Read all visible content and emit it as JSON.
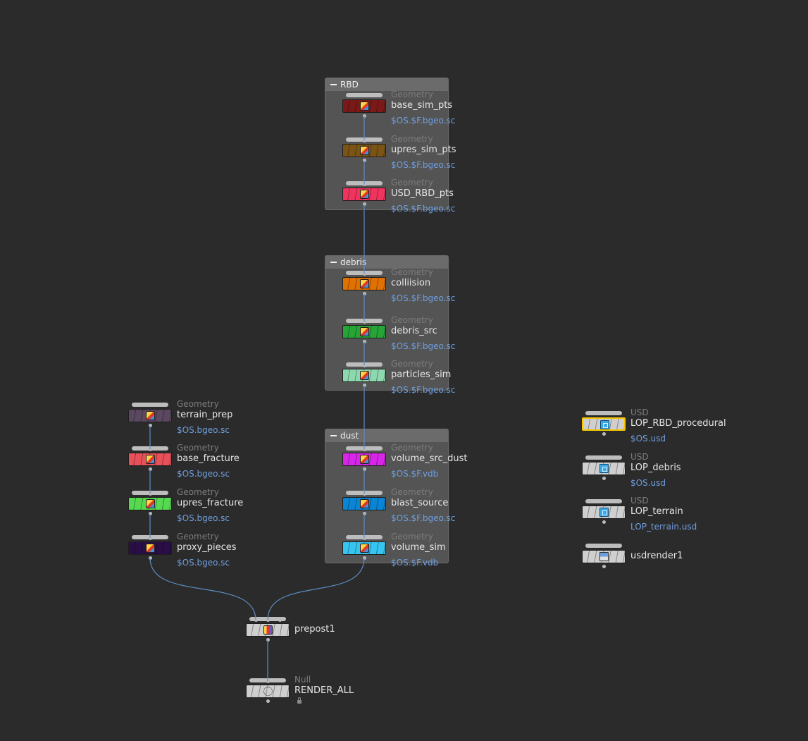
{
  "colors": {
    "background": "#2b2b2b",
    "wire": "#5b8fc4",
    "netbox_fill": "#545454",
    "netbox_header": "#6b6b6b",
    "path_text": "#6f9fe0",
    "selection": "#f5c800"
  },
  "network_boxes": [
    {
      "id": "rbd",
      "title": "RBD"
    },
    {
      "id": "debris",
      "title": "debris"
    },
    {
      "id": "dust",
      "title": "dust"
    }
  ],
  "nodes": [
    {
      "id": "base_sim_pts",
      "type": "Geometry",
      "name": "base_sim_pts",
      "path": "$OS.$F.bgeo.sc",
      "color": "#7a1a18",
      "icon": "geometry-icon"
    },
    {
      "id": "upres_sim_pts",
      "type": "Geometry",
      "name": "upres_sim_pts",
      "path": "$OS.$F.bgeo.sc",
      "color": "#7a5414",
      "icon": "geometry-icon"
    },
    {
      "id": "USD_RBD_pts",
      "type": "Geometry",
      "name": "USD_RBD_pts",
      "path": "$OS.$F.bgeo.sc",
      "color": "#ef3460",
      "icon": "geometry-icon"
    },
    {
      "id": "colliision",
      "type": "Geometry",
      "name": "colliision",
      "path": "$OS.$F.bgeo.sc",
      "color": "#e07000",
      "icon": "geometry-icon"
    },
    {
      "id": "debris_src",
      "type": "Geometry",
      "name": "debris_src",
      "path": "$OS.$F.bgeo.sc",
      "color": "#26a436",
      "icon": "geometry-icon"
    },
    {
      "id": "particles_sim",
      "type": "Geometry",
      "name": "particles_sim",
      "path": "$OS.$F.bgeo.sc",
      "color": "#8ed8b0",
      "icon": "geometry-icon"
    },
    {
      "id": "volume_src_dust",
      "type": "Geometry",
      "name": "volume_src_dust",
      "path": "$OS.$F.vdb",
      "color": "#d826e8",
      "icon": "geometry-icon"
    },
    {
      "id": "blast_source",
      "type": "Geometry",
      "name": "blast_source",
      "path": "$OS.$F.bgeo.sc",
      "color": "#0a84d4",
      "icon": "geometry-icon"
    },
    {
      "id": "volume_sim",
      "type": "Geometry",
      "name": "volume_sim",
      "path": "$OS.$F.vdb",
      "color": "#36c4f0",
      "icon": "geometry-icon"
    },
    {
      "id": "terrain_prep",
      "type": "Geometry",
      "name": "terrain_prep",
      "path": "$OS.bgeo.sc",
      "color": "#5a4860",
      "icon": "geometry-icon"
    },
    {
      "id": "base_fracture",
      "type": "Geometry",
      "name": "base_fracture",
      "path": "$OS.bgeo.sc",
      "color": "#e8505a",
      "icon": "geometry-icon"
    },
    {
      "id": "upres_fracture",
      "type": "Geometry",
      "name": "upres_fracture",
      "path": "$OS.bgeo.sc",
      "color": "#56d850",
      "icon": "geometry-icon"
    },
    {
      "id": "proxy_pieces",
      "type": "Geometry",
      "name": "proxy_pieces",
      "path": "$OS.bgeo.sc",
      "color": "#2a0e48",
      "icon": "geometry-icon"
    },
    {
      "id": "prepost1",
      "type": "",
      "name": "prepost1",
      "path": "",
      "color": "#cfcfcf",
      "icon": "prepost-icon"
    },
    {
      "id": "RENDER_ALL",
      "type": "Null",
      "name": "RENDER_ALL",
      "path": "",
      "color": "#cfcfcf",
      "icon": "null-icon"
    },
    {
      "id": "LOP_RBD_procedural",
      "type": "USD",
      "name": "LOP_RBD_procedural",
      "path": "$OS.usd",
      "color": "#cfcfcf",
      "icon": "usd-icon",
      "selected": true
    },
    {
      "id": "LOP_debris",
      "type": "USD",
      "name": "LOP_debris",
      "path": "$OS.usd",
      "color": "#cfcfcf",
      "icon": "usd-icon"
    },
    {
      "id": "LOP_terrain",
      "type": "USD",
      "name": "LOP_terrain",
      "path": "LOP_terrain.usd",
      "color": "#cfcfcf",
      "icon": "usd-icon"
    },
    {
      "id": "usdrender1",
      "type": "",
      "name": "usdrender1",
      "path": "",
      "color": "#cfcfcf",
      "icon": "usd-render-icon"
    }
  ]
}
